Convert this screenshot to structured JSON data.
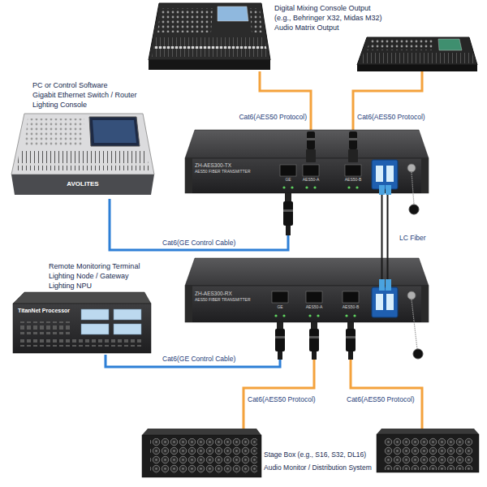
{
  "diagram": {
    "nodes": [
      {
        "text": [
          "Digital Mixing Console Output (e.g., Behringer X32, Midas M32)"
        ]
      },
      {
        "text": [
          "Audio Matrix Output"
        ]
      },
      {
        "text": [
          "PC or Control Software",
          "Gigabit Ethernet Switch / Router",
          "Lighting Console"
        ]
      },
      {
        "text": [
          "ZH-AES300-TX",
          "AES50 FIBER TRANSMITTER"
        ]
      },
      {
        "text": [
          "Remote Monitoring Terminal",
          "Lighting Node / Gateway",
          "Lighting NPU"
        ]
      },
      {
        "text": [
          "ZH-AES300-RX",
          "AES50 FIBER TRANSMITTER"
        ]
      },
      {
        "text": [
          "Stage Box (e.g., S16, S32, DL16)"
        ]
      },
      {
        "text": [
          "Audio Monitor / Distribution System"
        ]
      }
    ],
    "edges": [
      {
        "from": 0,
        "to": 3,
        "label": "Cat6(AES50 Protocol)",
        "arrow": "none"
      },
      {
        "from": 1,
        "to": 3,
        "label": "Cat6(AES50 Protocol)",
        "arrow": "none"
      },
      {
        "from": 2,
        "to": 3,
        "label": "Cat6(GE Control Cable)",
        "arrow": "none"
      },
      {
        "from": 3,
        "to": 5,
        "label": "LC Fiber",
        "arrow": "none"
      },
      {
        "from": 5,
        "to": 4,
        "label": "Cat6(GE Control Cable)",
        "arrow": "none"
      },
      {
        "from": 5,
        "to": 6,
        "label": "Cat6(AES50 Protocol)",
        "arrow": "none"
      },
      {
        "from": 5,
        "to": 7,
        "label": "Cat6(AES50 Protocol)",
        "arrow": "none"
      }
    ],
    "labels": [
      "TitanNet Processor",
      "AVOLITES",
      "GE",
      "AES50-A",
      "AES50-B",
      "GE",
      "AES50-A",
      "AES50-B"
    ]
  }
}
